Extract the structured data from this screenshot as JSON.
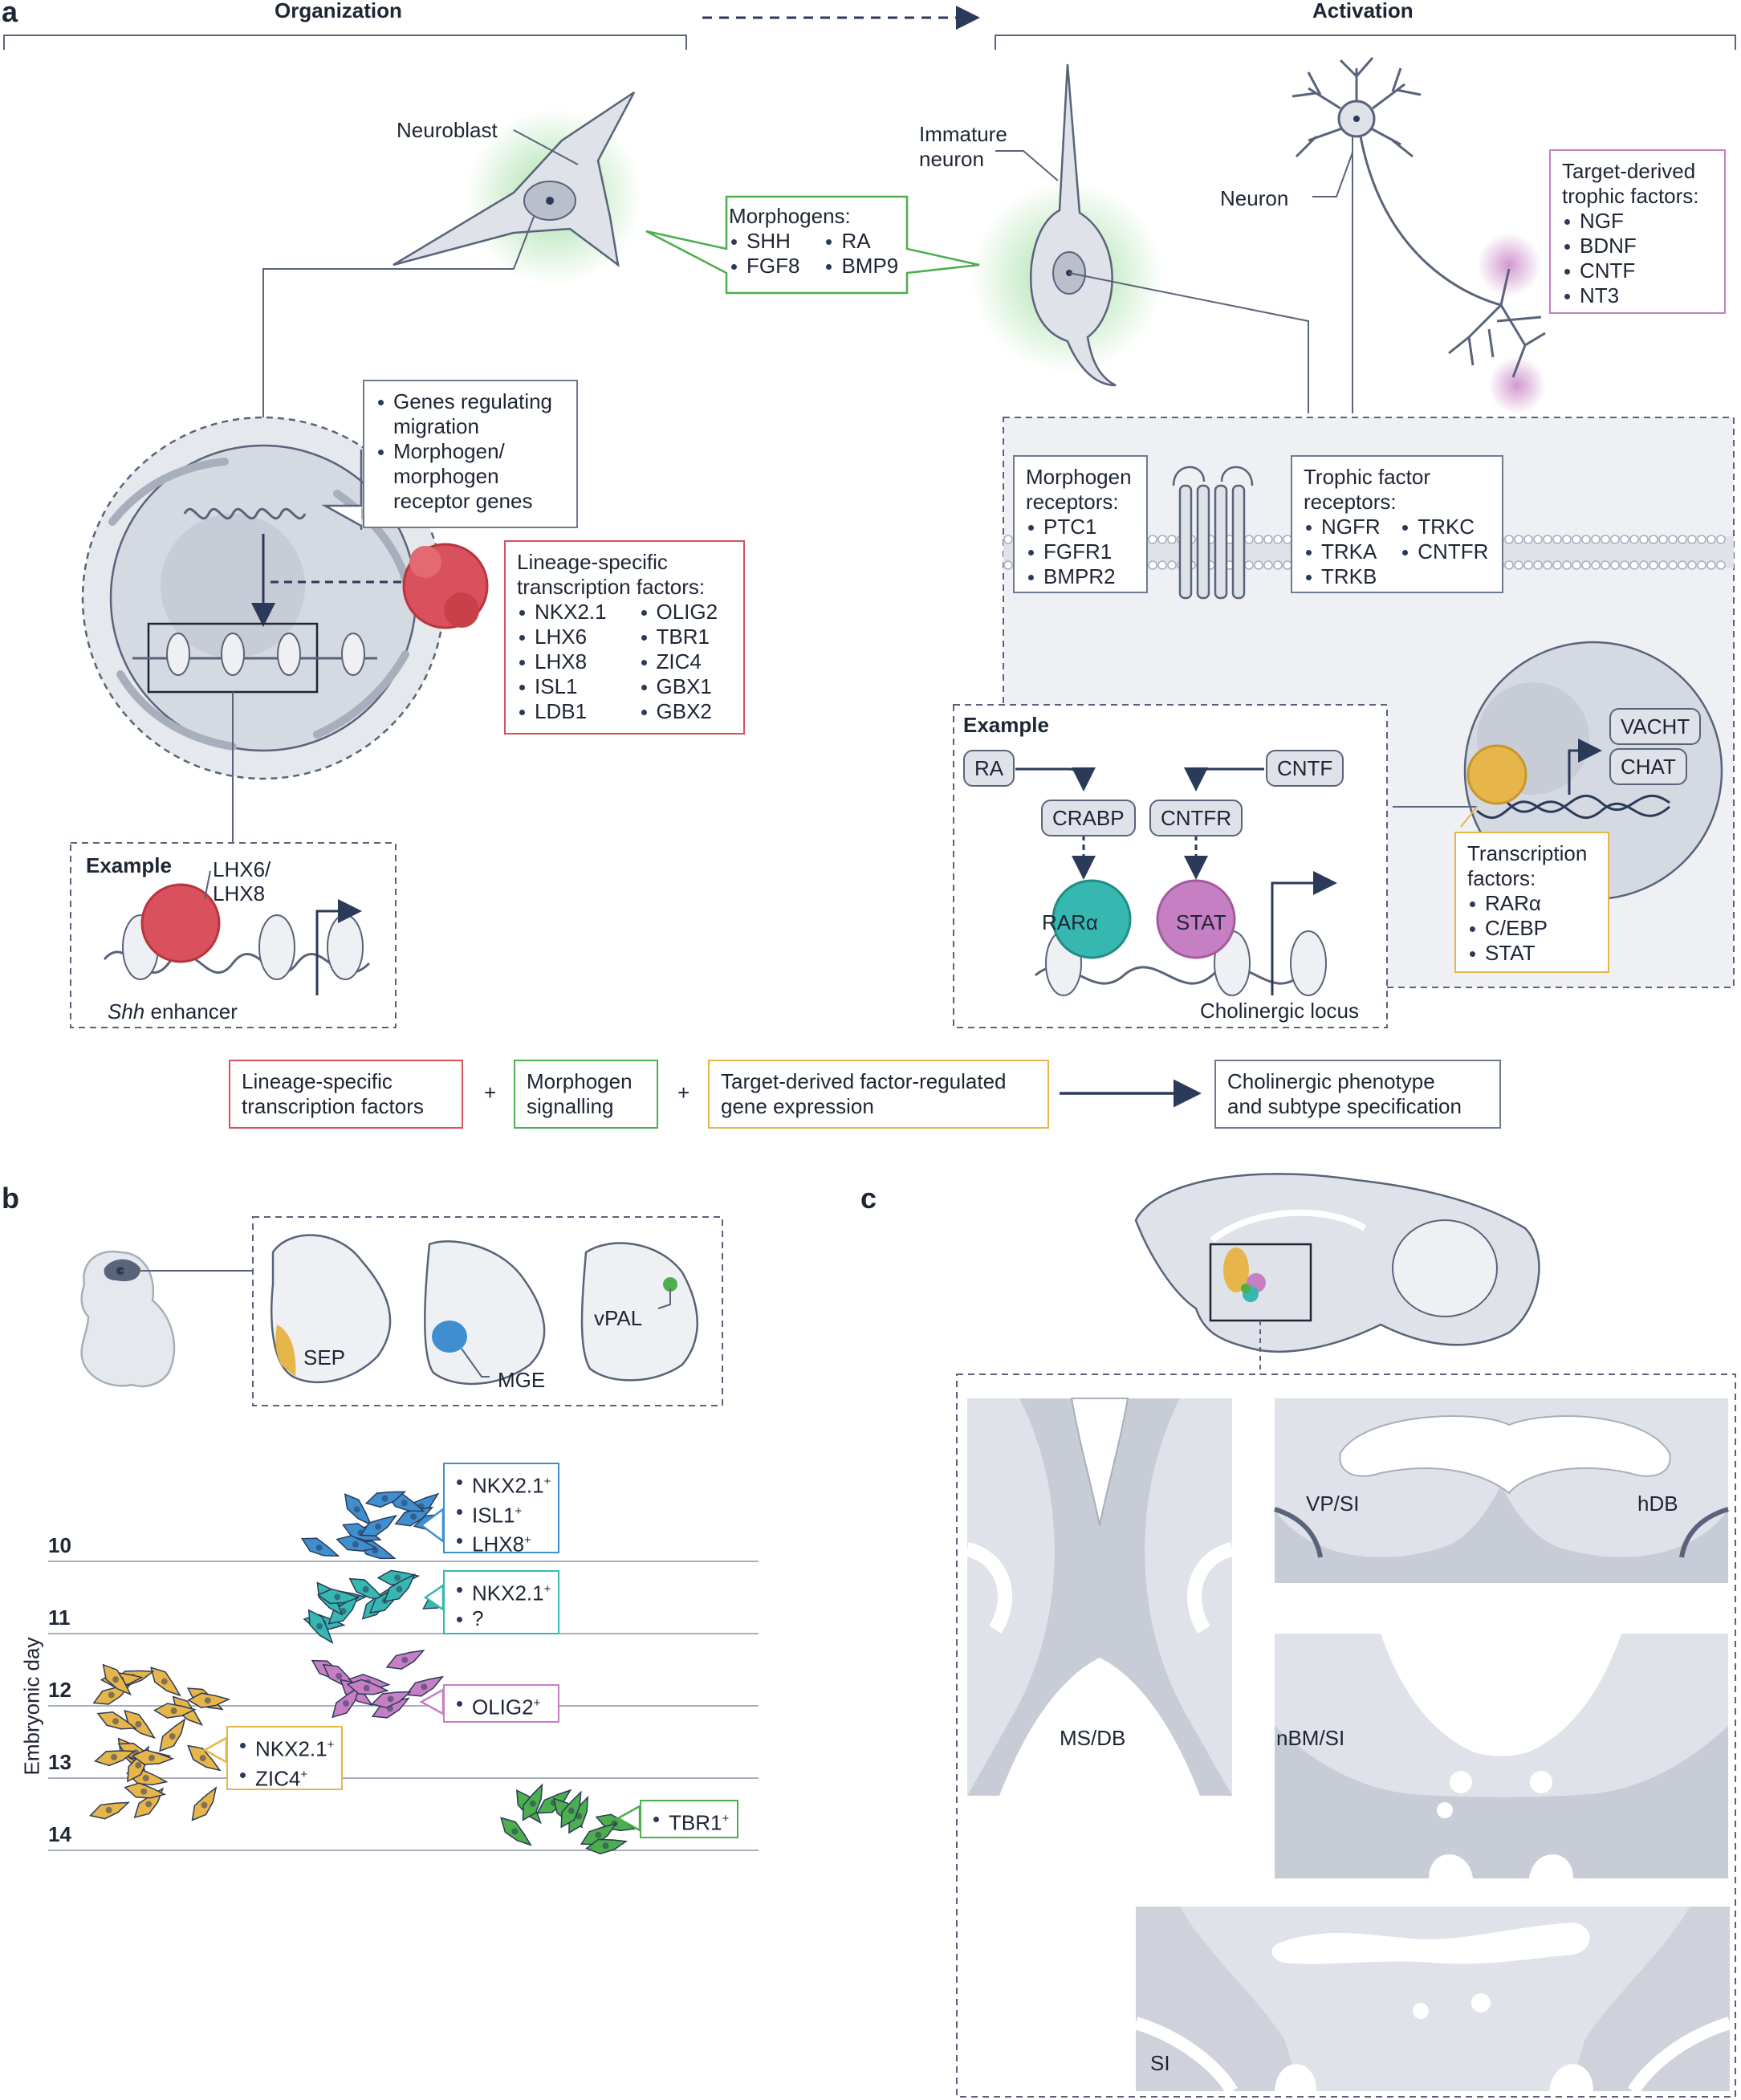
{
  "panels": {
    "a": "a",
    "b": "b",
    "c": "c"
  },
  "headers": {
    "organization": "Organization",
    "activation": "Activation"
  },
  "labels": {
    "neuroblast": "Neuroblast",
    "immature_neuron_1": "Immature",
    "immature_neuron_2": "neuron",
    "neuron": "Neuron",
    "example_left": "Example",
    "lhx6_lhx8_1": "LHX6/",
    "lhx6_lhx8_2": "LHX8",
    "shh_italic": "Shh",
    "shh_rest": " enhancer",
    "example_right": "Example",
    "cholinergic_locus": "Cholinergic locus",
    "rara_blob": "RARα",
    "stat_blob": "STAT",
    "vacht": "VACHT",
    "chat": "CHAT",
    "sep": "SEP",
    "mge": "MGE",
    "vpal": "vPAL",
    "embryonic_day": "Embryonic day",
    "vp_si": "VP/SI",
    "hdb": "hDB",
    "ms_db": "MS/DB",
    "nbm_si": "nBM/SI",
    "si": "SI"
  },
  "morphogens_box": {
    "title": "Morphogens:",
    "items": [
      "SHH",
      "RA",
      "FGF8",
      "BMP9"
    ]
  },
  "trophic_box": {
    "title_1": "Target-derived",
    "title_2": "trophic factors:",
    "items": [
      "NGF",
      "BDNF",
      "CNTF",
      "NT3"
    ]
  },
  "genes_box": {
    "items": [
      "Genes regulating migration",
      "Morphogen/ morphogen receptor genes"
    ],
    "item_lines": [
      [
        "Genes regulating",
        "migration"
      ],
      [
        "Morphogen/",
        "morphogen",
        "receptor genes"
      ]
    ]
  },
  "lineage_box": {
    "title_1": "Lineage-specific",
    "title_2": "transcription factors:",
    "items": [
      "NKX2.1",
      "OLIG2",
      "LHX6",
      "TBR1",
      "LHX8",
      "ZIC4",
      "ISL1",
      "GBX1",
      "LDB1",
      "GBX2"
    ]
  },
  "morphogen_receptors_box": {
    "title_1": "Morphogen",
    "title_2": "receptors:",
    "items": [
      "PTC1",
      "FGFR1",
      "BMPR2"
    ]
  },
  "trophic_receptors_box": {
    "title_1": "Trophic factor",
    "title_2": "receptors:",
    "items": [
      "NGFR",
      "TRKC",
      "TRKA",
      "CNTFR",
      "TRKB"
    ]
  },
  "tf_box": {
    "title_1": "Transcription",
    "title_2": "factors:",
    "items": [
      "RARα",
      "C/EBP",
      "STAT"
    ]
  },
  "pills": {
    "ra": "RA",
    "cntf": "CNTF",
    "crabp": "CRABP",
    "cntfr": "CNTFR"
  },
  "summary": {
    "lineage_1": "Lineage-specific",
    "lineage_2": "transcription factors",
    "morphogen_1": "Morphogen",
    "morphogen_2": "signalling",
    "target_1": "Target-derived factor-regulated",
    "target_2": "gene expression",
    "result_1": "Cholinergic phenotype",
    "result_2": "and subtype specification",
    "plus": "+"
  },
  "timeline": {
    "days": [
      "10",
      "11",
      "12",
      "13",
      "14"
    ],
    "markers": {
      "day10": {
        "items": [
          "NKX2.1",
          "ISL1",
          "LHX8"
        ],
        "sup": "+"
      },
      "day11": {
        "items": [
          "NKX2.1",
          "?"
        ],
        "sup": [
          "+",
          ""
        ]
      },
      "day12": {
        "items": [
          "OLIG2"
        ],
        "sup": "+"
      },
      "day13": {
        "items": [
          "NKX2.1",
          "ZIC4"
        ],
        "sup": "+"
      },
      "day14": {
        "items": [
          "TBR1"
        ],
        "sup": "+"
      }
    }
  },
  "colors": {
    "red": "#d9515c",
    "green": "#4dae4d",
    "yellow": "#e7b64a",
    "purple": "#c77fc4",
    "teal": "#36b8b0",
    "blue": "#3f8fd0",
    "navy": "#2c3a5a",
    "grey": "#dfe2e8"
  }
}
